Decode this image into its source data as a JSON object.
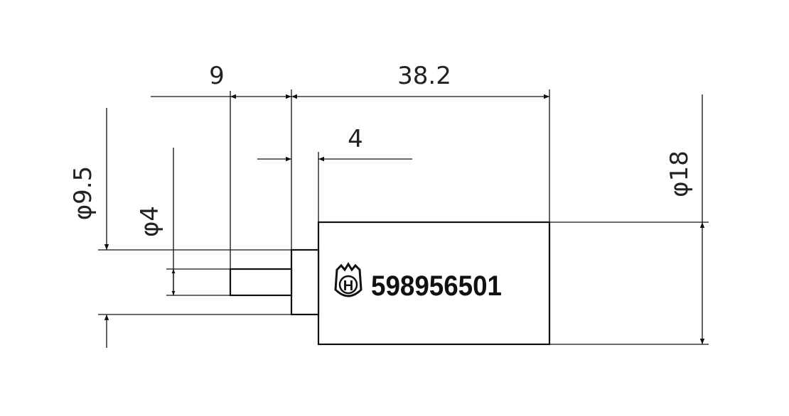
{
  "dimensions": {
    "pin_length": "9",
    "body_length": "38.2",
    "collar_length": "4",
    "collar_diameter": "φ9.5",
    "pin_diameter": "φ4",
    "body_diameter": "φ18"
  },
  "part_number": "598956501",
  "logo": {
    "icon": "husqvarna-crown-h-logo",
    "letter": "H"
  },
  "colors": {
    "line": "#111111",
    "background": "#ffffff"
  }
}
